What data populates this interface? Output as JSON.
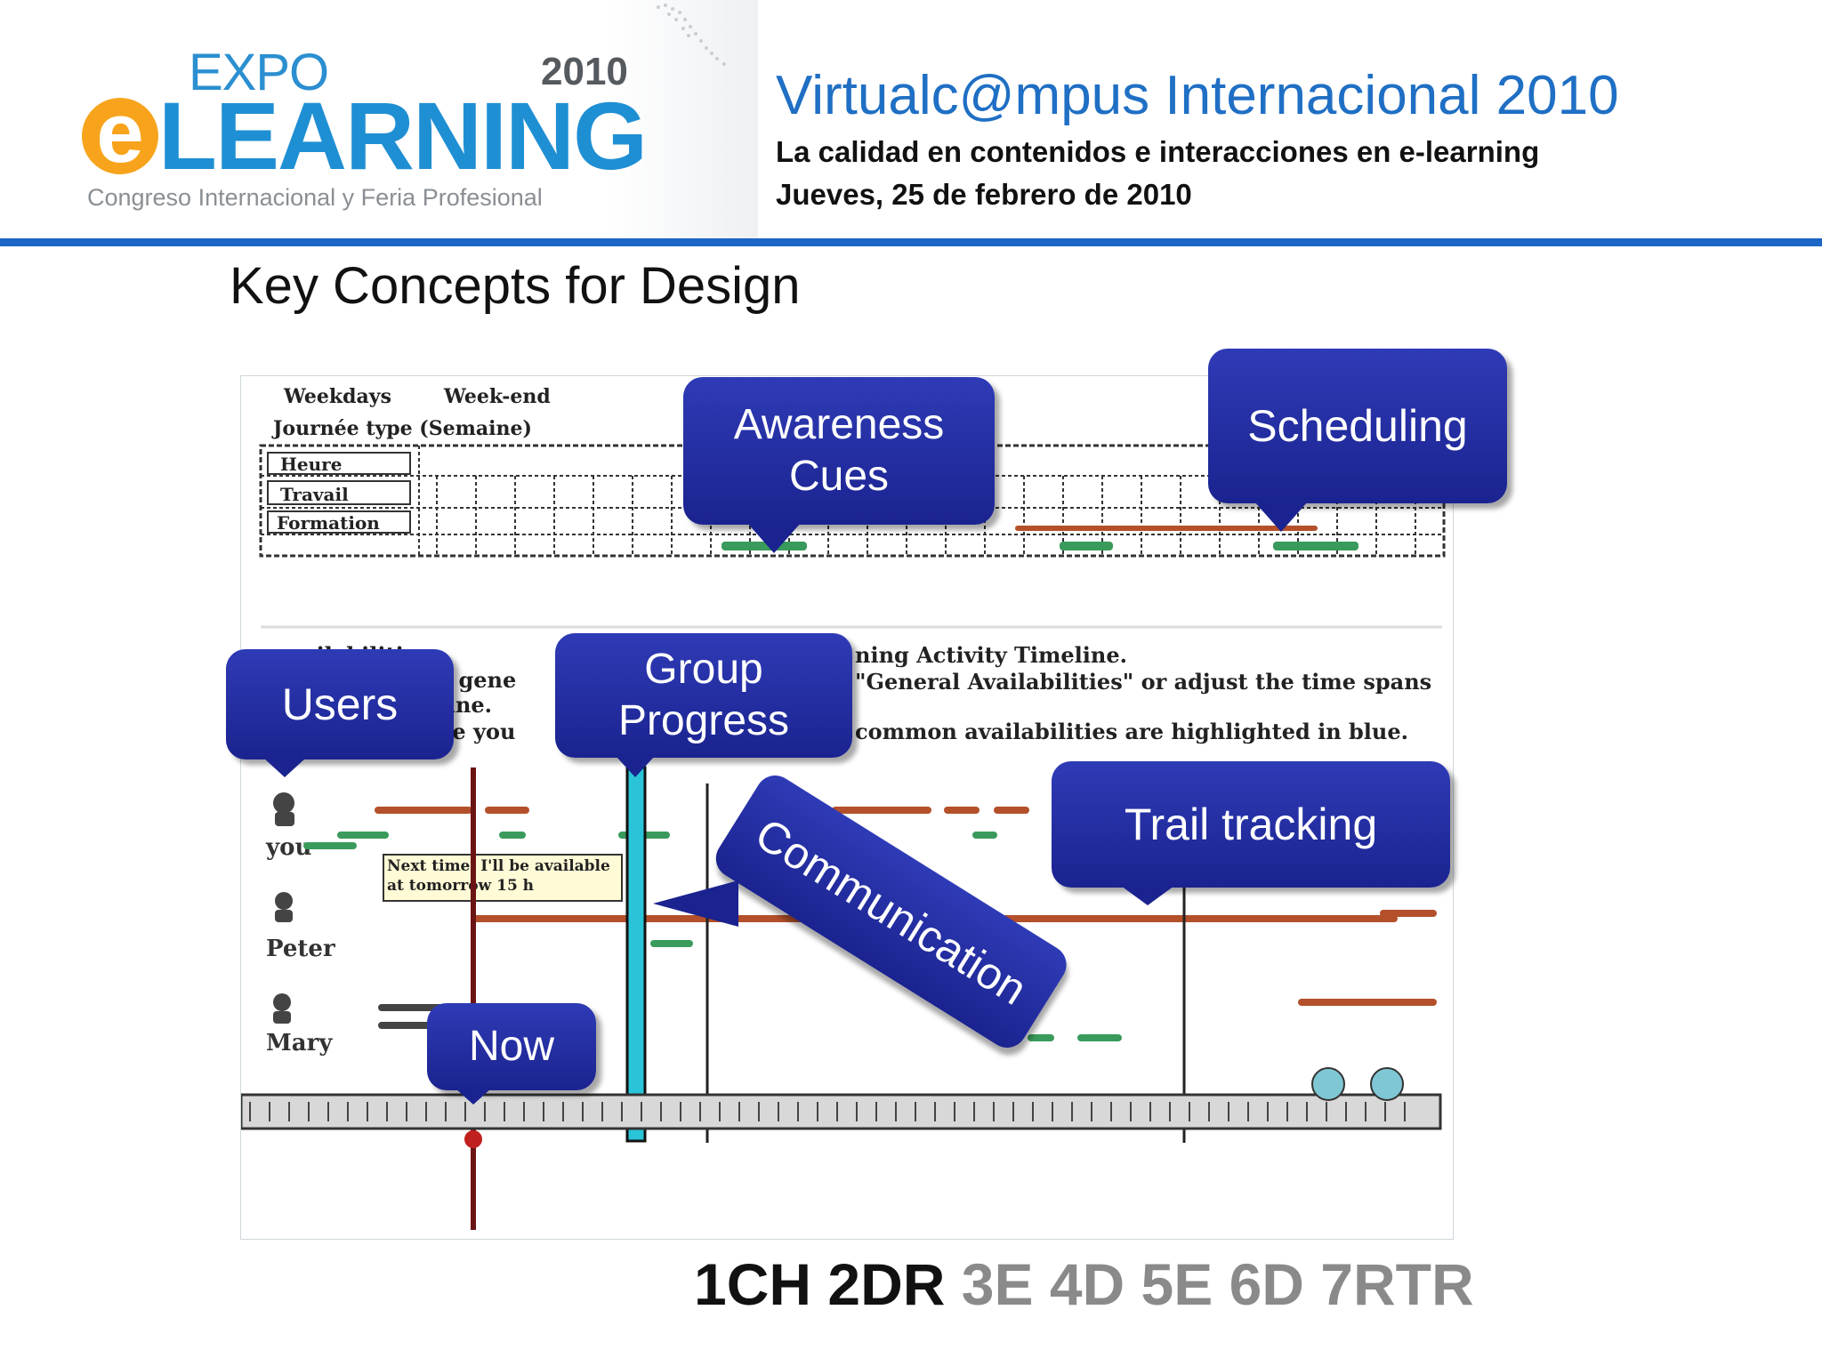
{
  "header": {
    "logo_expo": "EXPO",
    "logo_year": "2010",
    "logo_e": "e",
    "logo_learning": "LEARNING",
    "logo_tagline": "Congreso Internacional y Feria Profesional",
    "event_title": "Virtualc@mpus Internacional 2010",
    "event_subtitle": "La calidad en contenidos e interacciones en e-learning",
    "event_date": "Jueves, 25 de febrero de 2010"
  },
  "slide": {
    "title": "Key Concepts for Design"
  },
  "screenshot": {
    "top_labels": {
      "weekdays": "Weekdays",
      "weekend": "Week-end",
      "journee": "Journée type (Semaine)",
      "rows": [
        "Heure",
        "Travail",
        "Formation"
      ]
    },
    "middle_text": {
      "line1_left": "...vailabilities",
      "line1_right": "ning Activity Timeline.",
      "line2_left": "our gene",
      "line2_right": "\"General Availabilities\" or adjust the time spans",
      "line3_left": "neline.",
      "line4_left": "alize you",
      "line4_right": "common availabilities are highlighted in blue."
    },
    "users": [
      "you",
      "Peter",
      "Mary"
    ],
    "tooltip": "Next time, I'll be available at tomorrow 15 h"
  },
  "callouts": {
    "awareness": "Awareness Cues",
    "scheduling": "Scheduling",
    "users": "Users",
    "group_progress": "Group Progress",
    "communication": "Communication",
    "trail_tracking": "Trail tracking",
    "now": "Now"
  },
  "footer_code": {
    "dark_part": "1CH 2DR",
    "grey_part": "3E 4D 5E 6D 7RTR"
  },
  "colors": {
    "brand_blue": "#1f8fd3",
    "rule_blue": "#1c66c6",
    "callout_blue": "#1a238f",
    "logo_orange": "#f7a41c",
    "progress_cyan": "#29c4d8"
  }
}
